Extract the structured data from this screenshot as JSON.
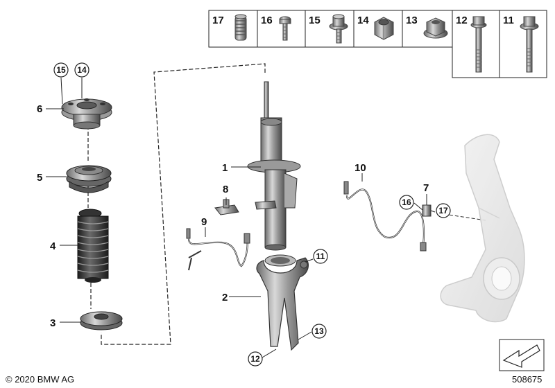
{
  "parts_table": [
    "17",
    "16",
    "15",
    "14",
    "13",
    "12",
    "11"
  ],
  "labels": {
    "p1": "1",
    "p2": "2",
    "p3": "3",
    "p4": "4",
    "p5": "5",
    "p6": "6",
    "p7": "7",
    "p8": "8",
    "p9": "9",
    "p10": "10"
  },
  "circled": {
    "c15": "15",
    "c14": "14",
    "c11": "11",
    "c13": "13",
    "c12": "12",
    "c16": "16",
    "c17": "17"
  },
  "copyright": "© 2020 BMW AG",
  "diagram_id": "508675"
}
